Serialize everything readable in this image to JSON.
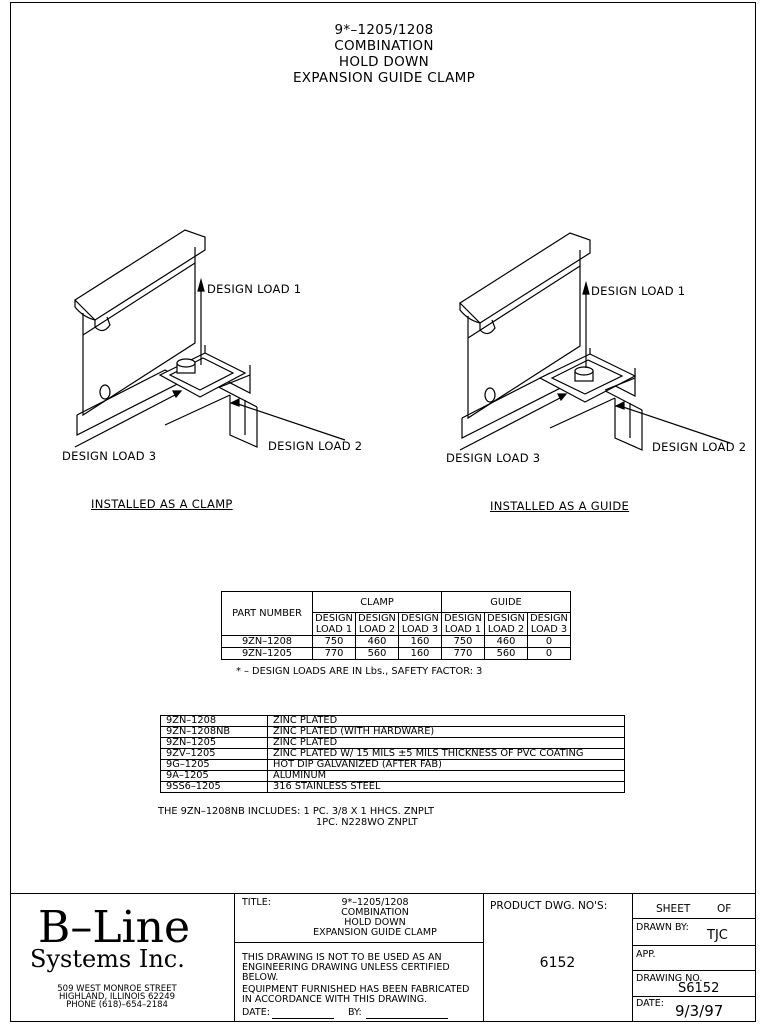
{
  "title": {
    "line1": "9*–1205/1208",
    "line2": "COMBINATION",
    "line3": "HOLD DOWN",
    "line4": "EXPANSION GUIDE CLAMP"
  },
  "figures": {
    "left": {
      "load1": "DESIGN LOAD 1",
      "load2": "DESIGN LOAD 2",
      "load3": "DESIGN LOAD 3",
      "caption": "INSTALLED AS A CLAMP"
    },
    "right": {
      "load1": "DESIGN LOAD 1",
      "load2": "DESIGN LOAD 2",
      "load3": "DESIGN LOAD 3",
      "caption": "INSTALLED AS A GUIDE"
    }
  },
  "load_table": {
    "part_number_header": "PART NUMBER",
    "clamp_header": "CLAMP",
    "guide_header": "GUIDE",
    "design_word": "DESIGN",
    "load_headers": [
      "LOAD 1",
      "LOAD 2",
      "LOAD 3",
      "LOAD 1",
      "LOAD 2",
      "LOAD 3"
    ],
    "rows": [
      {
        "part": "9ZN–1208",
        "values": [
          "750",
          "460",
          "160",
          "750",
          "460",
          "0"
        ]
      },
      {
        "part": "9ZN–1205",
        "values": [
          "770",
          "560",
          "160",
          "770",
          "560",
          "0"
        ]
      }
    ],
    "footnote": "* – DESIGN LOADS ARE IN Lbs., SAFETY FACTOR: 3"
  },
  "finish_table": {
    "rows": [
      {
        "part": "9ZN–1208",
        "desc": "ZINC PLATED"
      },
      {
        "part": "9ZN–1208NB",
        "desc": "ZINC PLATED (WITH HARDWARE)"
      },
      {
        "part": "9ZN–1205",
        "desc": "ZINC PLATED"
      },
      {
        "part": "9ZV–1205",
        "desc": "ZINC PLATED W/ 15 MILS ±5 MILS THICKNESS OF PVC COATING"
      },
      {
        "part": "9G–1205",
        "desc": "HOT DIP GALVANIZED (AFTER FAB)"
      },
      {
        "part": "9A–1205",
        "desc": "ALUMINUM"
      },
      {
        "part": "9SS6–1205",
        "desc": "316 STAINLESS STEEL"
      }
    ],
    "note_line1": "THE 9ZN–1208NB INCLUDES: 1 PC. 3/8 X 1 HHCS. ZNPLT",
    "note_line2": "1PC. N228WO ZNPLT"
  },
  "title_block": {
    "company_line1": "B–Line",
    "company_line2": "Systems Inc.",
    "address1": "509 WEST MONROE STREET",
    "address2": "HIGHLAND, ILLINOIS 62249",
    "phone": "PHONE (618)–654–2184",
    "title_label": "TITLE:",
    "title_lines": [
      "9*–1205/1208",
      "COMBINATION",
      "HOLD DOWN",
      "EXPANSION GUIDE CLAMP"
    ],
    "disclaimer1": "THIS DRAWING IS NOT TO BE USED AS AN",
    "disclaimer2": "ENGINEERING DRAWING UNLESS CERTIFIED",
    "disclaimer3": "BELOW.",
    "disclaimer4": "EQUIPMENT FURNISHED HAS BEEN FABRICATED",
    "disclaimer5": "IN ACCORDANCE WITH THIS DRAWING.",
    "date_label": "DATE:",
    "by_label": "BY:",
    "product_label": "PRODUCT DWG. NO'S:",
    "product_no": "6152",
    "sheet_label": "SHEET",
    "of_label": "OF",
    "drawn_by_label": "DRAWN BY:",
    "drawn_by": "TJC",
    "app_label": "APP.",
    "drawing_no_label": "DRAWING NO.",
    "drawing_no": "S6152",
    "date2_label": "DATE:",
    "date2": "9/3/97"
  }
}
